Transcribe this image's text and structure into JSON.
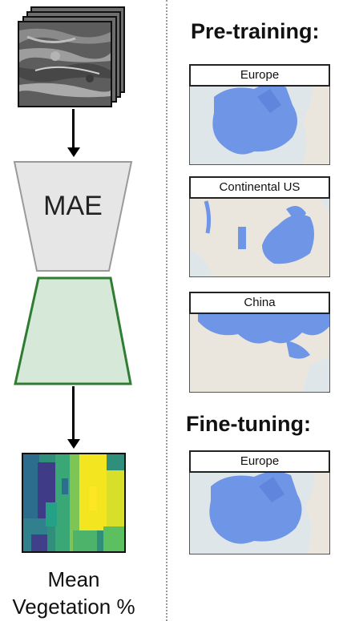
{
  "left_panel": {
    "model_label": "MAE",
    "output_caption_line1": "Mean",
    "output_caption_line2": "Vegetation %"
  },
  "right_panel": {
    "pretraining_title": "Pre-training:",
    "pretraining_maps": [
      {
        "label": "Europe"
      },
      {
        "label": "Continental US"
      },
      {
        "label": "China"
      }
    ],
    "finetuning_title": "Fine-tuning:",
    "finetuning_maps": [
      {
        "label": "Europe"
      }
    ]
  },
  "colors": {
    "encoder_fill": "#e6e6e6",
    "encoder_stroke": "#9a9a9a",
    "decoder_fill": "#d6e8d8",
    "decoder_stroke": "#2e7d32",
    "region_highlight": "#6f95e6",
    "map_base": "#dfe6ea"
  }
}
